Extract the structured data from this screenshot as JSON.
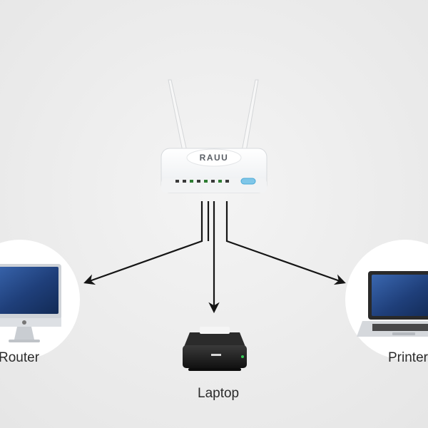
{
  "diagram": {
    "router_badge": "RAUU",
    "labels": {
      "left": "Router",
      "bottom": "Laptop",
      "right": "Printer"
    }
  },
  "colors": {
    "background": "#eeeeee",
    "device_white": "#ffffff",
    "screen_blue": "#1f3f7a",
    "printer_black": "#1c1c1c",
    "connector_line": "#151515",
    "led_green": "#2e7d32",
    "accent_blue": "#7fc6e8"
  },
  "icons": [
    "router-icon",
    "desktop-monitor-icon",
    "printer-icon",
    "laptop-icon",
    "arrow-icon"
  ]
}
